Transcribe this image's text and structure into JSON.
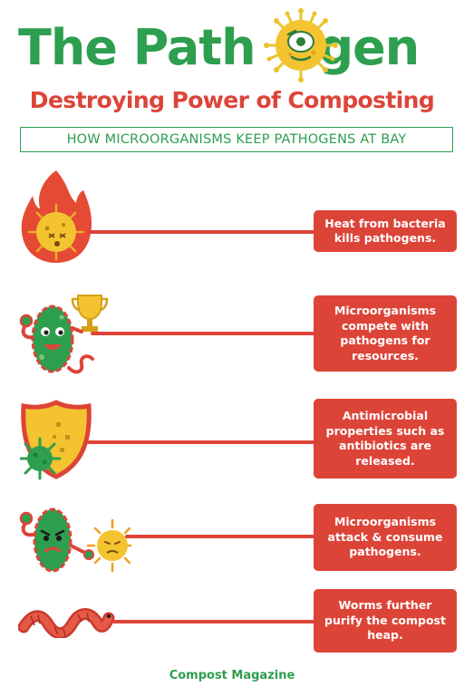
{
  "header": {
    "title_left": "The Path",
    "title_right": "gen",
    "subtitle": "Destroying Power of Composting",
    "subheading": "HOW MICROORGANISMS KEEP PATHOGENS AT BAY"
  },
  "colors": {
    "green": "#2e9e4f",
    "red": "#dd4438",
    "yellow": "#f4c430"
  },
  "items": [
    {
      "icon": "flame-virus-icon",
      "text": "Heat from bacteria kills pathogens."
    },
    {
      "icon": "trophy-bacteria-icon",
      "text": "Microorganisms compete with pathogens for resources."
    },
    {
      "icon": "shield-icon",
      "text": "Antimicrobial properties such as antibiotics are released."
    },
    {
      "icon": "bacteria-attacking-virus-icon",
      "text": "Microorganisms attack & consume pathogens."
    },
    {
      "icon": "worm-icon",
      "text": "Worms further purify the compost heap."
    }
  ],
  "footer": "Compost Magazine"
}
